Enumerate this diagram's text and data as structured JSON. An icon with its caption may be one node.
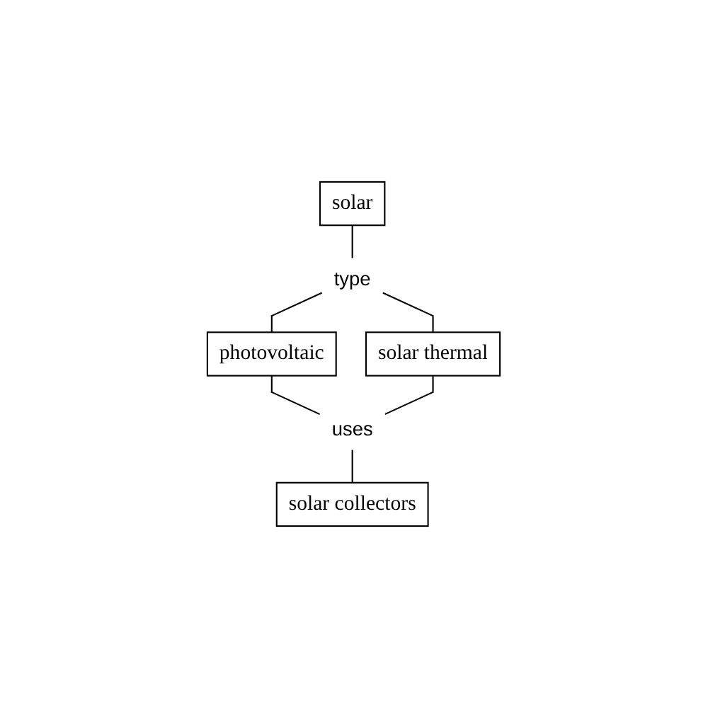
{
  "diagram": {
    "nodes": [
      {
        "text": [
          "solar"
        ]
      },
      {
        "text": [
          "type"
        ]
      },
      {
        "text": [
          "photovoltaic"
        ]
      },
      {
        "text": [
          "solar thermal"
        ]
      },
      {
        "text": [
          "uses"
        ]
      },
      {
        "text": [
          "solar collectors"
        ]
      }
    ],
    "edges": [
      {
        "from": 0,
        "to": 1,
        "arrow": "none"
      },
      {
        "from": 1,
        "to": 2,
        "arrow": "none"
      },
      {
        "from": 1,
        "to": 3,
        "arrow": "none"
      },
      {
        "from": 2,
        "to": 4,
        "arrow": "none"
      },
      {
        "from": 3,
        "to": 4,
        "arrow": "none"
      },
      {
        "from": 4,
        "to": 5,
        "arrow": "none"
      }
    ]
  }
}
